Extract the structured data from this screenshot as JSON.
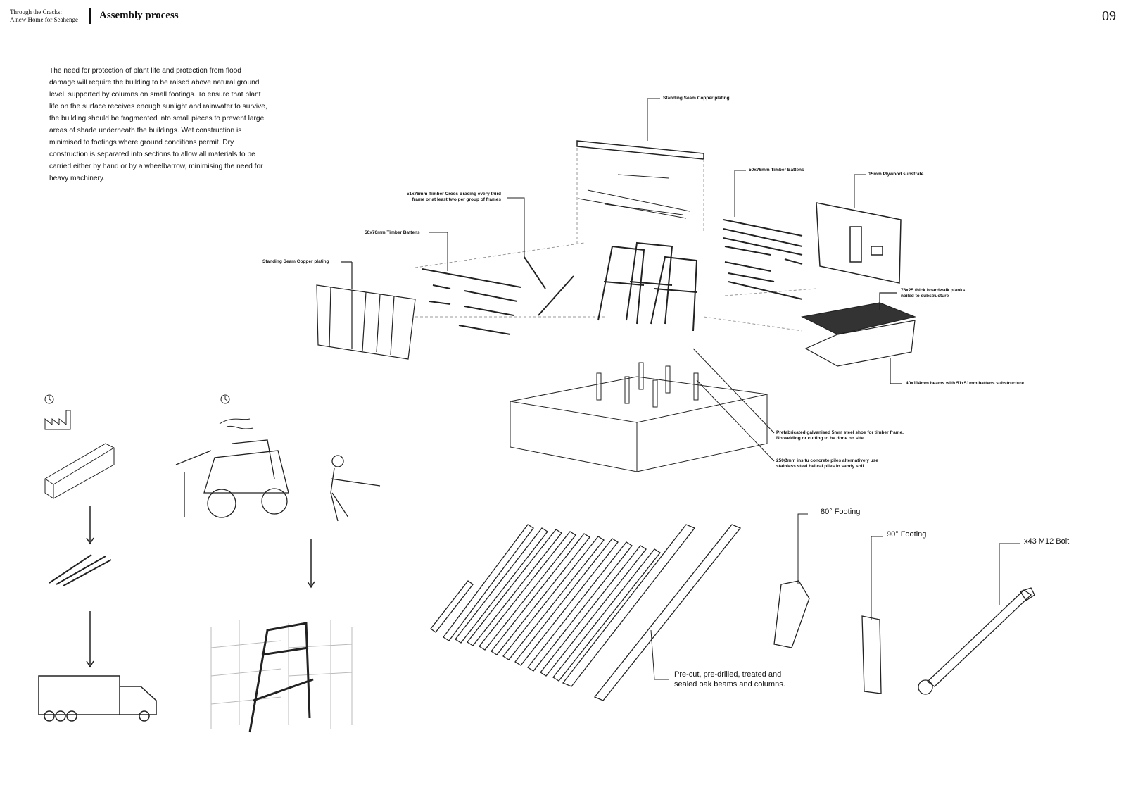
{
  "header": {
    "project_line1": "Through the Cracks:",
    "project_line2": "A new Home for Seahenge",
    "title": "Assembly process",
    "page_number": "09"
  },
  "intro_text": "The need for protection of plant life and protection from flood damage will require the building to be raised above natural ground level, supported by columns on small footings. To ensure that plant life on the surface receives enough sunlight and rainwater to survive, the building should be fragmented into small pieces to prevent large areas of shade underneath the buildings. Wet construction is minimised to footings where ground conditions permit. Dry construction is separated into sections to allow all materials to be carried either by hand or by a wheelbarrow, minimising the need for heavy machinery.",
  "labels": {
    "copper_top": "Standing Seam Copper plating",
    "cross_bracing": "51x76mm Timber Cross Bracing every third frame or at least two per group of frames",
    "battens_left": "50x76mm Timber Battens",
    "copper_left": "Standing Seam Copper plating",
    "battens_right": "50x76mm Timber Battens",
    "plywood": "15mm Plywood substrate",
    "boardwalk": "76x25 thick boardwalk planks nailed to substructure",
    "beams": "40x114mm beams with 51x51mm battens substructure",
    "steel_shoe": "Prefabricated galvanised 5mm steel shoe for timber frame. No welding or cutting to be done on site.",
    "piles": "250Ømm insitu concrete piles alternatively use stainless steel helical piles in sandy soil",
    "footing80": "80° Footing",
    "footing90": "90° Footing",
    "bolt": "x43 M12 Bolt",
    "oak": "Pre-cut, pre-drilled, treated and sealed oak beams and columns."
  },
  "icons": [
    "clock-icon",
    "factory-icon",
    "clock-icon",
    "landscape-icon"
  ]
}
